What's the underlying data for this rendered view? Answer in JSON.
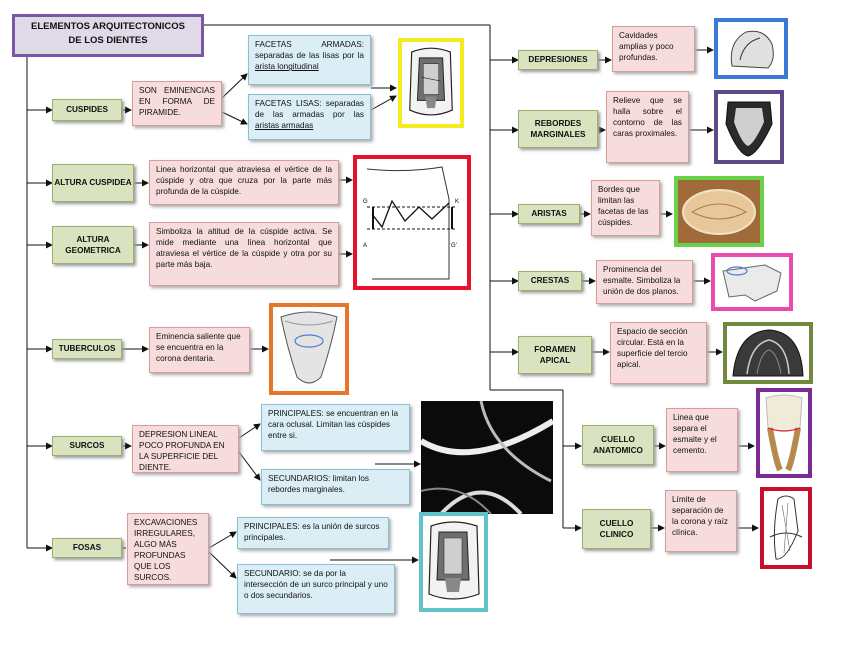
{
  "title": {
    "line1": "ELEMENTOS ARQUITECTONICOS",
    "line2": "DE LOS DIENTES"
  },
  "left": {
    "cuspides": {
      "label": "CUSPIDES",
      "def": "SON EMINENCIAS EN FORMA DE PIRAMIDE.",
      "facetas_armadas": {
        "head": "FACETAS ARMADAS: separadas de las lisas por la ",
        "link": "arista longitudinal"
      },
      "facetas_lisas": {
        "head": "FACETAS LISAS: separadas de las armadas por las ",
        "link": "aristas armadas"
      }
    },
    "altura_cuspidea": {
      "label": "ALTURA CUSPIDEA",
      "def": "Linea horizontal que atraviesa el vértice de la cúspide y otra que cruza por la parte más profunda de la cúspide."
    },
    "altura_geometrica": {
      "label": "ALTURA GEOMETRICA",
      "def": "Simboliza la altitud de la cúspide activa. Se mide mediante una línea horizontal que atraviesa el vértice de la cúspide y otra por su parte más baja."
    },
    "tuberculos": {
      "label": "TUBERCULOS",
      "def": "Eminencia saliente que se encuentra en la corona dentaria."
    },
    "surcos": {
      "label": "SURCOS",
      "def": "DEPRESION LINEAL POCO PROFUNDA EN LA SUPERFICIE DEL DIENTE.",
      "principales": "PRINCIPALES: se encuentran en la cara oclusal. Limitan las cúspides entre si.",
      "secundarios": "SECUNDARIOS: limitan los rebordes marginales."
    },
    "fosas": {
      "label": "FOSAS",
      "def": "EXCAVACIONES IRREGULARES, ALGO MÁS PROFUNDAS QUE LOS SURCOS.",
      "principales": "PRINCIPALES: es la unión de surcos principales.",
      "secundario": "SECUNDARIO: se da por la intersección de un surco principal y uno o dos secundarios."
    }
  },
  "right": {
    "depresiones": {
      "label": "DEPRESIONES",
      "def": "Cavidades amplias y poco profundas."
    },
    "rebordes": {
      "label": "REBORDES MARGINALES",
      "def": "Relieve que se halla sobre el contorno de las caras proximales."
    },
    "aristas": {
      "label": "ARISTAS",
      "def": "Bordes que limitan las facetas de las cúspides."
    },
    "crestas": {
      "label": "CRESTAS",
      "def": "Prominencia del esmalte. Simboliza la unión de dos planos."
    },
    "foramen": {
      "label": "FORAMEN APICAL",
      "def": "Espacio de sección circular. Está en la superficie del tercio apical."
    },
    "cuello_anatomico": {
      "label": "CUELLO ANATOMICO",
      "def": "Linea que separa el esmalte y el cemento."
    },
    "cuello_clinico": {
      "label": "CUELLO CLINICO",
      "def": "Límite de separación de la corona y raíz clínica."
    }
  },
  "figure_labels": {
    "g": "G",
    "k": "K",
    "a": "A",
    "g2": "G'"
  },
  "frame_colors": {
    "yellow": "#f4ec1e",
    "red": "#e8102a",
    "orange": "#e8762a",
    "teal": "#5ec4c8",
    "blue": "#3a79d6",
    "purple": "#5c4a86",
    "green": "#6ad24a",
    "pink": "#e84cae",
    "olive": "#6f8a3a",
    "violet": "#7a2a92",
    "crimson": "#c8102e"
  }
}
